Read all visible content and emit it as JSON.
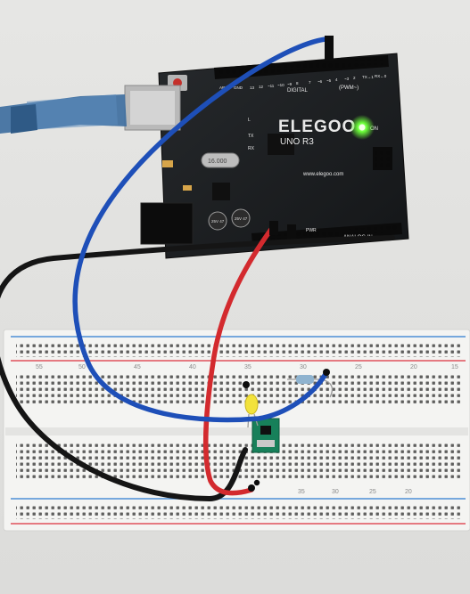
{
  "board": {
    "brand": "ELEGOO",
    "model": "UNO R3",
    "website": "www.elegoo.com",
    "digital_label": "DIGITAL",
    "pwm_label": "(PWM~)",
    "analog_label": "ANALOG IN",
    "pwr_label": "PWR",
    "on_label": "ON",
    "tx_label": "TX",
    "rx_label": "RX",
    "led_l_label": "L",
    "aref_label": "AREF",
    "gnd_label": "GND",
    "crystal_label": "16.000",
    "cap_label_1": "25V 47",
    "cap_label_2": "25V 47",
    "digital_pins": [
      "13",
      "12",
      "~11",
      "~10",
      "~9",
      "8",
      "7",
      "~6",
      "~5",
      "4",
      "~3",
      "2",
      "TX→1",
      "RX←0"
    ]
  },
  "breadboard": {
    "top_numbers": [
      "55",
      "50",
      "45",
      "40",
      "35",
      "30",
      "25",
      "20",
      "15"
    ],
    "bottom_numbers": [
      "35",
      "30",
      "25",
      "20"
    ]
  },
  "colors": {
    "usb_cable": "#3f6f9f",
    "wire_blue": "#1e4fb8",
    "wire_red": "#d32a2e",
    "wire_black": "#151515",
    "board_pcb": "#1d1f22",
    "power_led": "#6cff3a",
    "module_pcb": "#17805a",
    "yellow_led": "#f2e23c"
  }
}
